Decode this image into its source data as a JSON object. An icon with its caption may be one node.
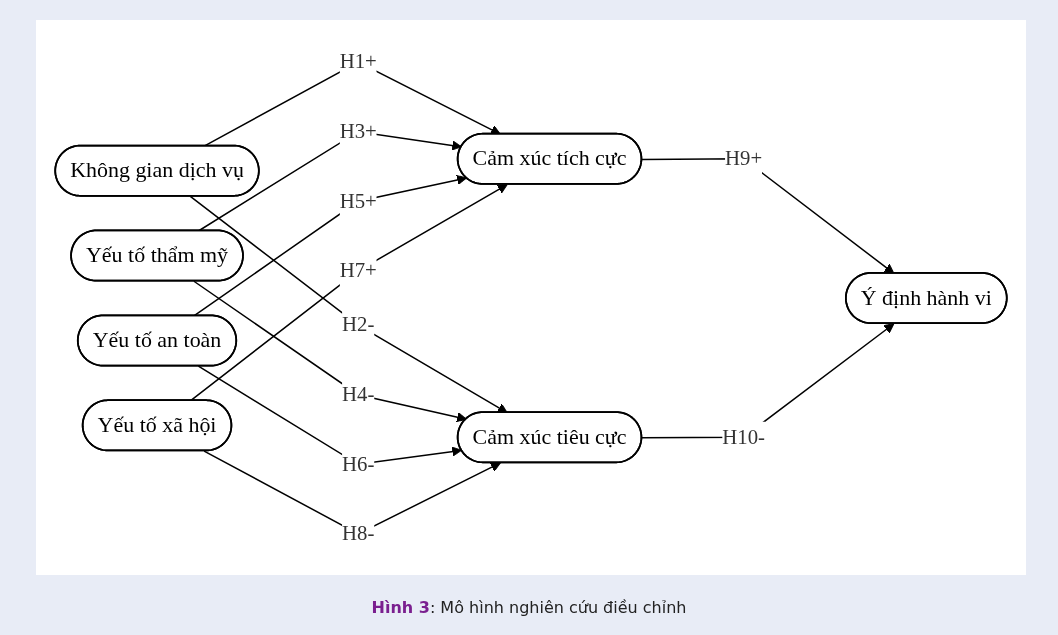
{
  "diagram": {
    "caption": "**Hình 3**: Mô hình nghiên cứu điều chỉnh",
    "nodes": [
      {
        "text": [
          "Không gian dịch vụ"
        ]
      },
      {
        "text": [
          "Yếu tố thẩm mỹ"
        ]
      },
      {
        "text": [
          "Yếu tố an toàn"
        ]
      },
      {
        "text": [
          "Yếu tố xã hội"
        ]
      },
      {
        "text": [
          "Cảm xúc tích cực"
        ]
      },
      {
        "text": [
          "Cảm xúc tiêu cực"
        ]
      },
      {
        "text": [
          "Ý định hành vi"
        ]
      }
    ],
    "edges": [
      {
        "from": 0,
        "to": 4,
        "arrow": "to",
        "label": "H1+"
      },
      {
        "from": 0,
        "to": 5,
        "arrow": "to",
        "label": "H2-"
      },
      {
        "from": 1,
        "to": 4,
        "arrow": "to",
        "label": "H3+"
      },
      {
        "from": 1,
        "to": 5,
        "arrow": "to",
        "label": "H4-"
      },
      {
        "from": 2,
        "to": 4,
        "arrow": "to",
        "label": "H5+"
      },
      {
        "from": 2,
        "to": 5,
        "arrow": "to",
        "label": "H6-"
      },
      {
        "from": 3,
        "to": 4,
        "arrow": "to",
        "label": "H7+"
      },
      {
        "from": 3,
        "to": 5,
        "arrow": "to",
        "label": "H8-"
      },
      {
        "from": 4,
        "to": 6,
        "arrow": "to",
        "label": "H9+"
      },
      {
        "from": 5,
        "to": 6,
        "arrow": "to",
        "label": "H10-"
      }
    ]
  }
}
